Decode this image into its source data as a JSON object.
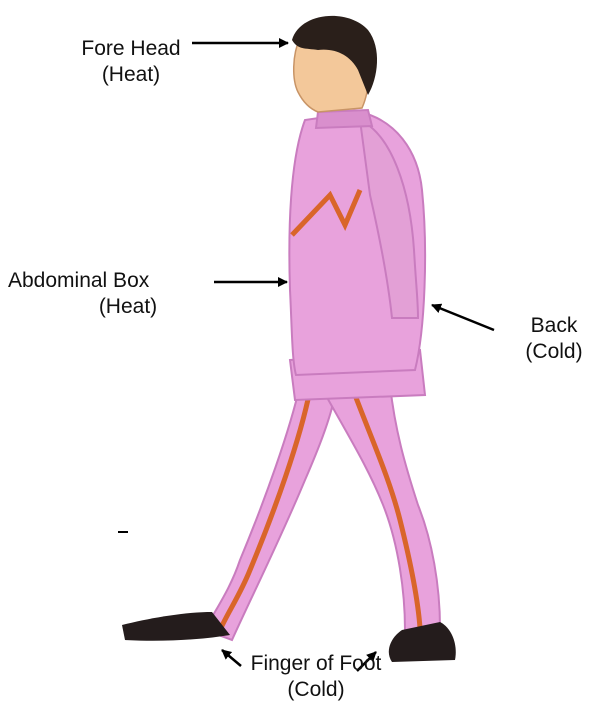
{
  "labels": {
    "forehead": {
      "name": "Fore Head",
      "state": "(Heat)"
    },
    "abdomen": {
      "name": "Abdominal Box",
      "state": "(Heat)"
    },
    "back": {
      "name": "Back",
      "state": "(Cold)"
    },
    "foot": {
      "name": "Finger of Foot",
      "state": "(Cold)"
    }
  },
  "colors": {
    "suit": "#e8a2dc",
    "suit_shadow": "#c97cbf",
    "stripe": "#d9652a",
    "hair": "#2a1f1a",
    "skin": "#f3c89a",
    "shoe": "#241c1c",
    "arrow": "#000000"
  }
}
